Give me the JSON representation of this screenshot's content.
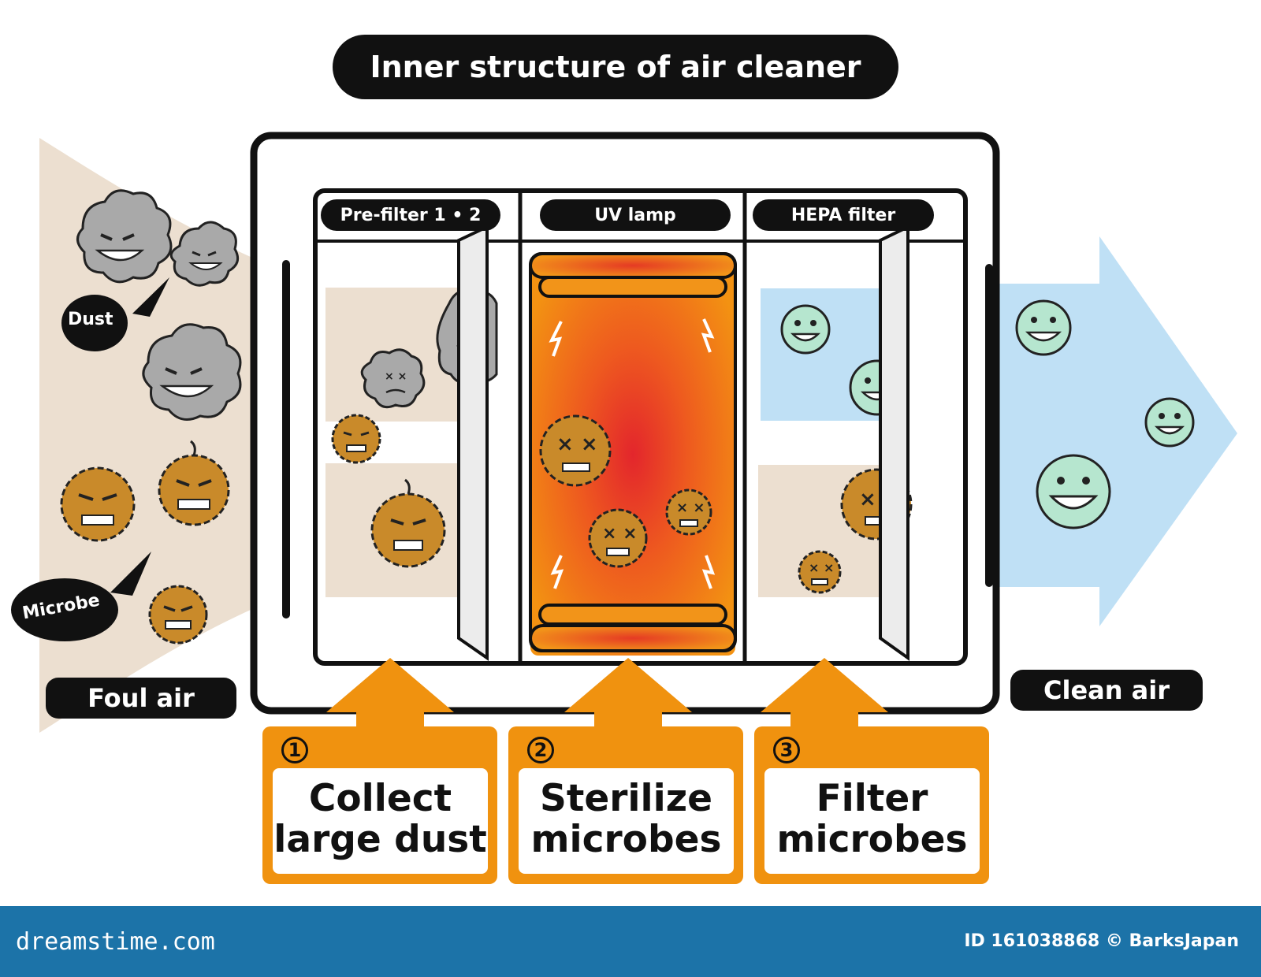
{
  "title": "Inner structure of air cleaner",
  "sections": {
    "prefilter": "Pre-filter 1 • 2",
    "uv": "UV lamp",
    "hepa": "HEPA filter"
  },
  "labels": {
    "dust": "Dust",
    "microbe": "Microbe",
    "foul_air": "Foul air",
    "clean_air": "Clean air"
  },
  "steps": [
    {
      "num": "1",
      "line1": "Collect",
      "line2": "large dust"
    },
    {
      "num": "2",
      "line1": "Sterilize",
      "line2": "microbes"
    },
    {
      "num": "3",
      "line1": "Filter",
      "line2": "microbes"
    }
  ],
  "footer": {
    "brand": "dreamstime.com",
    "credit": "ID 161038868 © BarksJapan"
  },
  "colors": {
    "foul_air": "#ecdfd0",
    "clean_air": "#bfe0f5",
    "orange": "#f0920f",
    "uv_hot": "#e23a26",
    "dust_gray": "#a9a9a9",
    "microbe_brown": "#c98a2a",
    "smiley_green": "#b6e6cf",
    "footer_blue": "#1c73a8"
  }
}
